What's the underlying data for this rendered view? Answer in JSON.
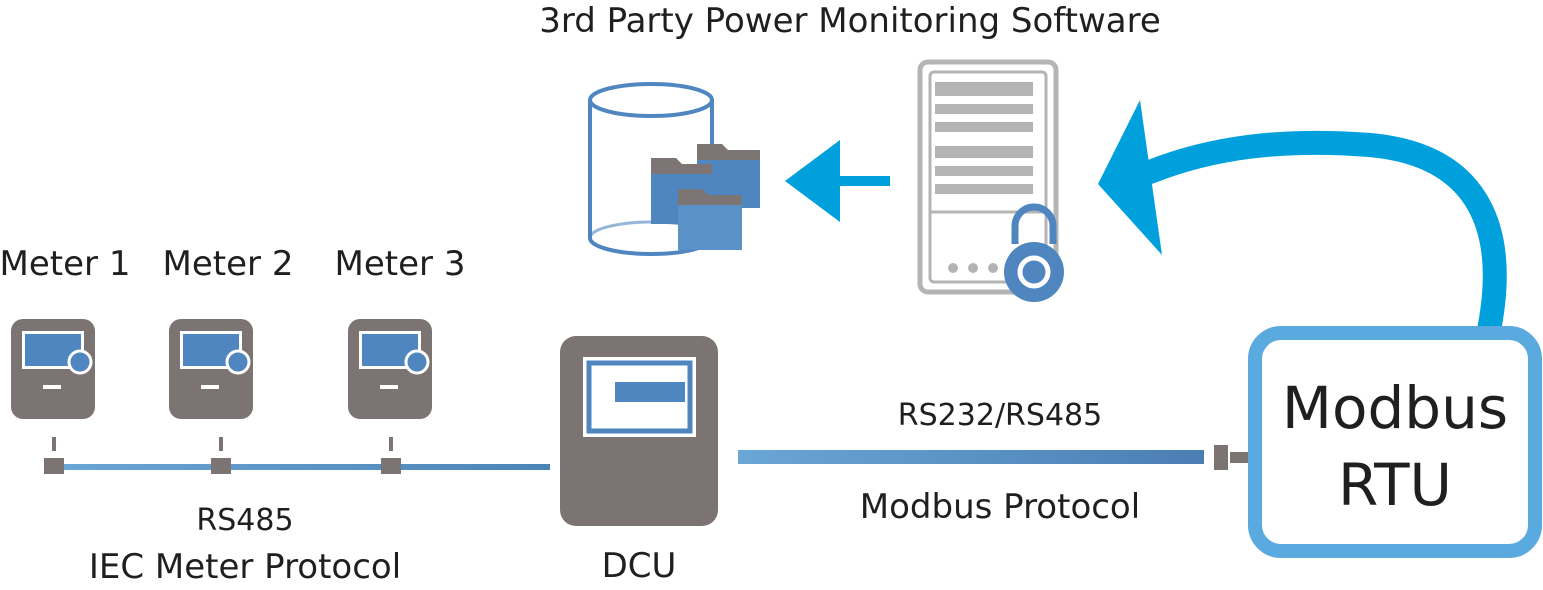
{
  "diagram": {
    "software_title": "3rd Party Power Monitoring Software",
    "meters": [
      {
        "label": "Meter 1"
      },
      {
        "label": "Meter 2"
      },
      {
        "label": "Meter 3"
      }
    ],
    "bus_label": "RS485",
    "bus_protocol": "IEC Meter Protocol",
    "dcu_label": "DCU",
    "link_label": "RS232/RS485",
    "link_protocol": "Modbus Protocol",
    "rtu_line1": "Modbus",
    "rtu_line2": "RTU"
  },
  "colors": {
    "device_gray": "#7b7472",
    "screen_blue": "#4f86c0",
    "accent_blue": "#00a0dd",
    "line_blue": "#5b9bcf",
    "server_gray": "#b4b4b4",
    "rtu_border": "#5aaae0"
  }
}
